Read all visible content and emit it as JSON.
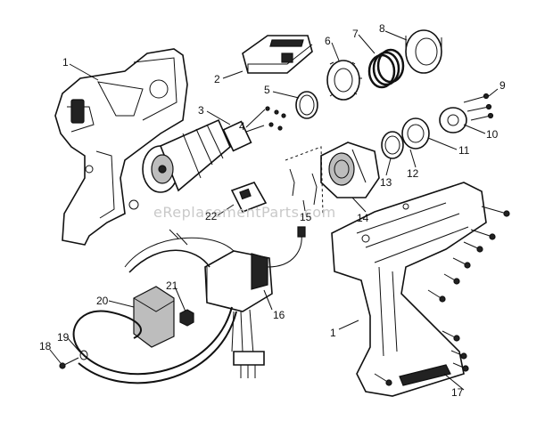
{
  "callouts": {
    "c1_left": "1",
    "c2": "2",
    "c3": "3",
    "c4": "4",
    "c5": "5",
    "c6": "6",
    "c7": "7",
    "c8": "8",
    "c9": "9",
    "c10": "10",
    "c11": "11",
    "c12": "12",
    "c13": "13",
    "c14": "14",
    "c15": "15",
    "c16": "16",
    "c17": "17",
    "c18": "18",
    "c19": "19",
    "c20": "20",
    "c21": "21",
    "c22": "22",
    "c1_right": "1"
  },
  "watermark": "eReplacementParts.com"
}
